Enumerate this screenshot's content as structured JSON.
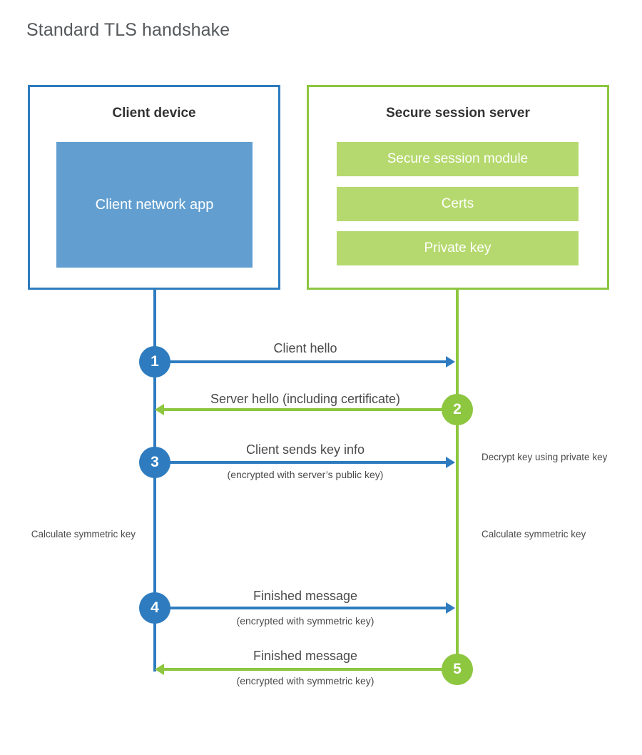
{
  "title": "Standard TLS handshake",
  "colors": {
    "client_accent": "#2E7CBF",
    "server_accent": "#8DC63F",
    "client_app_fill": "#629FD0",
    "server_module_fill": "#B5D96E",
    "text": "#4a4a4a",
    "title_text": "#55595c",
    "background": "#ffffff"
  },
  "client": {
    "title": "Client device",
    "app_label": "Client network app"
  },
  "server": {
    "title": "Secure session server",
    "modules": [
      {
        "label": "Secure session module"
      },
      {
        "label": "Certs"
      },
      {
        "label": "Private key"
      }
    ]
  },
  "steps": [
    {
      "number": "1",
      "direction": "client-to-server",
      "label": "Client hello",
      "sublabel": "",
      "side": "client"
    },
    {
      "number": "2",
      "direction": "server-to-client",
      "label": "Server hello (including certificate)",
      "sublabel": "",
      "side": "server"
    },
    {
      "number": "3",
      "direction": "client-to-server",
      "label": "Client sends key info",
      "sublabel": "(encrypted with server’s public key)",
      "side": "client"
    },
    {
      "number": "4",
      "direction": "client-to-server",
      "label": "Finished message",
      "sublabel": "(encrypted with symmetric key)",
      "side": "client"
    },
    {
      "number": "5",
      "direction": "server-to-client",
      "label": "Finished message",
      "sublabel": "(encrypted with symmetric key)",
      "side": "server"
    }
  ],
  "annotations": {
    "decrypt_key": "Decrypt key using private key",
    "client_calculate": "Calculate symmetric key",
    "server_calculate": "Calculate symmetric key"
  }
}
